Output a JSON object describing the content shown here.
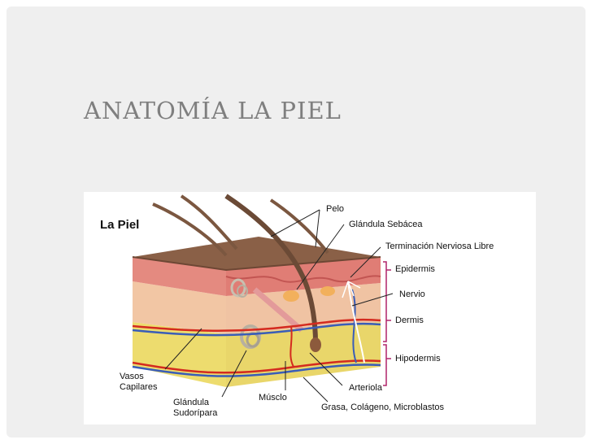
{
  "slide": {
    "title": "ANATOMÍA LA PIEL"
  },
  "figure": {
    "heading": "La Piel",
    "labels": {
      "pelo": "Pelo",
      "glandula_sebacea": "Glándula Sebácea",
      "terminacion_nerviosa": "Terminación Nerviosa Libre",
      "epidermis": "Epidermis",
      "nervio": "Nervio",
      "dermis": "Dermis",
      "hipodermis": "Hipodermis",
      "vasos_1": "Vasos",
      "vasos_2": "Capilares",
      "glandula_sud_1": "Glándula",
      "glandula_sud_2": "Sudorípara",
      "musculo": "Músclo",
      "arteriola": "Arteriola",
      "grasa": "Grasa, Colágeno, Microblastos"
    },
    "colors": {
      "surface": "#8a6047",
      "epidermis": "#e48a80",
      "dermis": "#f2c6a4",
      "hipodermis": "#eddc6e",
      "artery": "#d42a1f",
      "vein": "#3a5db8",
      "bracket": "#b0246a"
    }
  }
}
